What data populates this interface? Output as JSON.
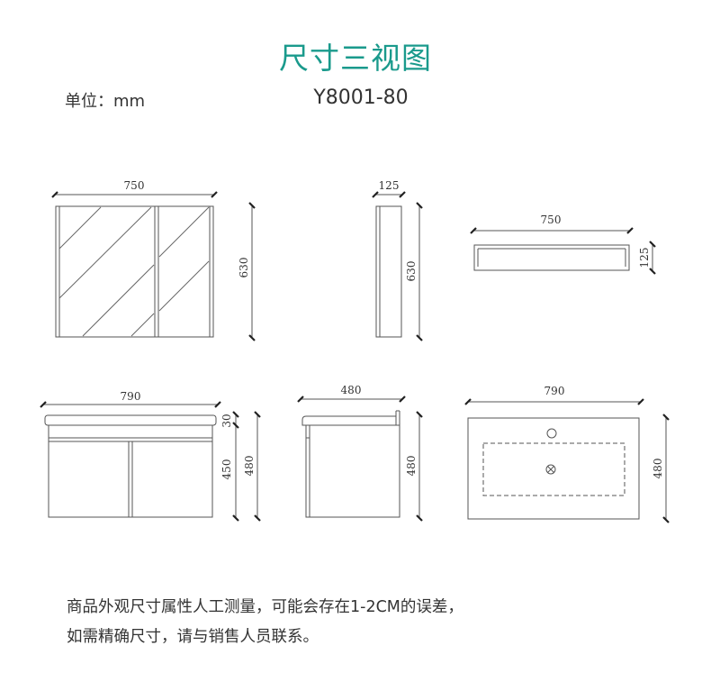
{
  "title": "尺寸三视图",
  "unit": "单位：mm",
  "model": "Y8001-80",
  "dims": {
    "mirror_front_width": "750",
    "mirror_front_height": "630",
    "mirror_side_depth": "125",
    "mirror_side_height": "630",
    "mirror_top_width": "750",
    "mirror_top_depth": "125",
    "cabinet_front_width": "790",
    "cabinet_front_top": "30",
    "cabinet_front_body": "450",
    "cabinet_front_total": "480",
    "cabinet_side_depth": "480",
    "cabinet_side_height": "480",
    "cabinet_top_width": "790",
    "cabinet_top_depth": "480"
  },
  "notes": {
    "line1": "商品外观尺寸属性人工测量，可能会存在1-2CM的误差，",
    "line2": "如需精确尺寸，请与销售人员联系。"
  }
}
